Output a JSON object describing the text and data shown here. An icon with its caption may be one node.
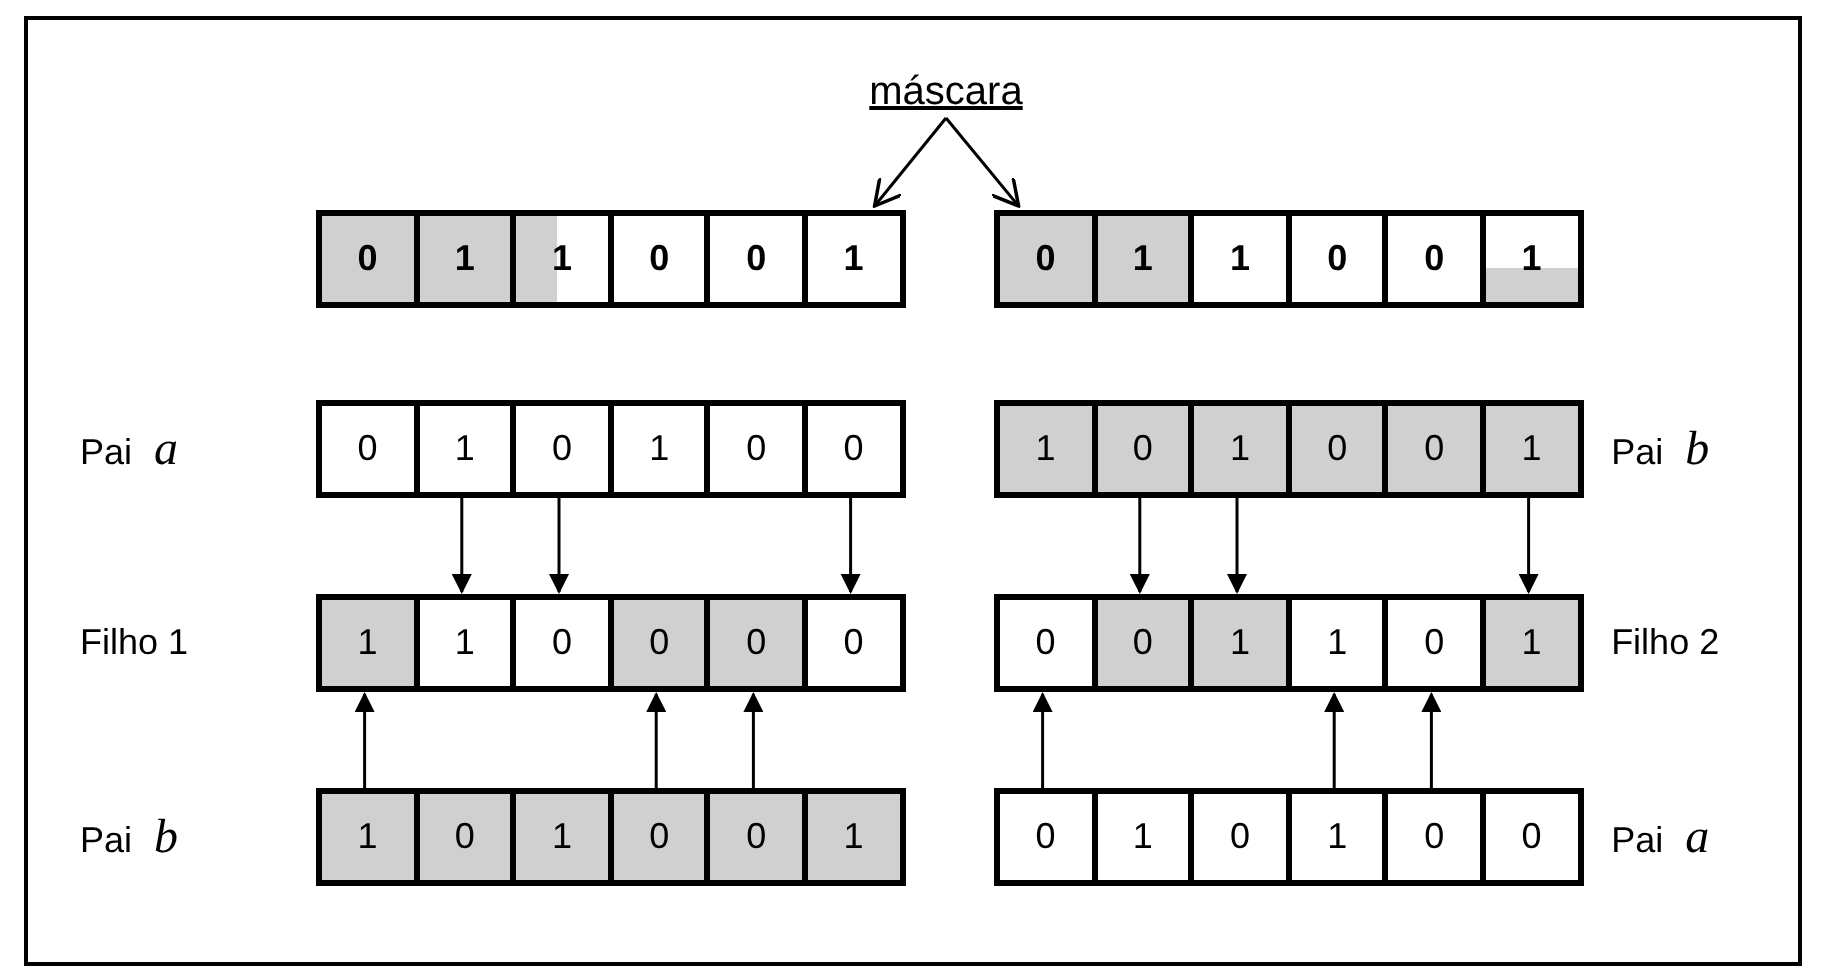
{
  "diagram": {
    "nodes": [
      {
        "text": [
          "máscara"
        ]
      },
      {
        "text": [],
        "shape": "bar"
      },
      {
        "text": [
          "0"
        ],
        "in": 1
      },
      {
        "text": [
          "1"
        ],
        "in": 1
      },
      {
        "text": [
          "1"
        ],
        "in": 1
      },
      {
        "text": [
          "0"
        ],
        "in": 1
      },
      {
        "text": [
          "0"
        ],
        "in": 1
      },
      {
        "text": [
          "1"
        ],
        "in": 1
      },
      {
        "text": [],
        "shape": "bar"
      },
      {
        "text": [
          "0"
        ],
        "in": 8
      },
      {
        "text": [
          "1"
        ],
        "in": 8
      },
      {
        "text": [
          "1"
        ],
        "in": 8
      },
      {
        "text": [
          "0"
        ],
        "in": 8
      },
      {
        "text": [
          "0"
        ],
        "in": 8
      },
      {
        "text": [
          "1"
        ],
        "in": 8
      },
      {
        "text": [
          "Pai *a*"
        ]
      },
      {
        "text": [
          "0"
        ],
        "in": 15
      },
      {
        "text": [
          "1"
        ],
        "in": 15
      },
      {
        "text": [
          "0"
        ],
        "in": 15
      },
      {
        "text": [
          "1"
        ],
        "in": 15
      },
      {
        "text": [
          "0"
        ],
        "in": 15
      },
      {
        "text": [
          "0"
        ],
        "in": 15
      },
      {
        "text": [
          "Pai *b*"
        ]
      },
      {
        "text": [
          "1"
        ],
        "in": 22
      },
      {
        "text": [
          "0"
        ],
        "in": 22
      },
      {
        "text": [
          "1"
        ],
        "in": 22
      },
      {
        "text": [
          "0"
        ],
        "in": 22
      },
      {
        "text": [
          "0"
        ],
        "in": 22
      },
      {
        "text": [
          "1"
        ],
        "in": 22
      },
      {
        "text": [
          "Filho 1"
        ]
      },
      {
        "text": [
          "1"
        ],
        "in": 29
      },
      {
        "text": [
          "1"
        ],
        "in": 29
      },
      {
        "text": [
          "0"
        ],
        "in": 29
      },
      {
        "text": [
          "0"
        ],
        "in": 29
      },
      {
        "text": [
          "0"
        ],
        "in": 29
      },
      {
        "text": [
          "0"
        ],
        "in": 29
      },
      {
        "text": [
          "Filho 2"
        ]
      },
      {
        "text": [
          "0"
        ],
        "in": 36
      },
      {
        "text": [
          "0"
        ],
        "in": 36
      },
      {
        "text": [
          "1"
        ],
        "in": 36
      },
      {
        "text": [
          "1"
        ],
        "in": 36
      },
      {
        "text": [
          "0"
        ],
        "in": 36
      },
      {
        "text": [
          "1"
        ],
        "in": 36
      },
      {
        "text": [
          "Pai *b*"
        ]
      },
      {
        "text": [
          "1"
        ],
        "in": 43
      },
      {
        "text": [
          "0"
        ],
        "in": 43
      },
      {
        "text": [
          "1"
        ],
        "in": 43
      },
      {
        "text": [
          "0"
        ],
        "in": 43
      },
      {
        "text": [
          "0"
        ],
        "in": 43
      },
      {
        "text": [
          "1"
        ],
        "in": 43
      },
      {
        "text": [
          "Pai *a*"
        ]
      },
      {
        "text": [
          "0"
        ],
        "in": 50
      },
      {
        "text": [
          "1"
        ],
        "in": 50
      },
      {
        "text": [
          "0"
        ],
        "in": 50
      },
      {
        "text": [
          "1"
        ],
        "in": 50
      },
      {
        "text": [
          "0"
        ],
        "in": 50
      },
      {
        "text": [
          "0"
        ],
        "in": 50
      }
    ],
    "edges": [
      {
        "from": 0,
        "to": 7,
        "arrow": "to"
      },
      {
        "from": 0,
        "to": 9,
        "arrow": "to"
      },
      {
        "from": 17,
        "to": 31,
        "arrow": "to"
      },
      {
        "from": 18,
        "to": 32,
        "arrow": "to"
      },
      {
        "from": 21,
        "to": 35,
        "arrow": "to"
      },
      {
        "from": 24,
        "to": 38,
        "arrow": "to"
      },
      {
        "from": 25,
        "to": 39,
        "arrow": "to"
      },
      {
        "from": 28,
        "to": 42,
        "arrow": "to"
      },
      {
        "from": 44,
        "to": 30,
        "arrow": "to"
      },
      {
        "from": 47,
        "to": 33,
        "arrow": "to"
      },
      {
        "from": 48,
        "to": 34,
        "arrow": "to"
      },
      {
        "from": 51,
        "to": 37,
        "arrow": "to"
      },
      {
        "from": 54,
        "to": 40,
        "arrow": "to"
      },
      {
        "from": 55,
        "to": 41,
        "arrow": "to"
      }
    ]
  }
}
